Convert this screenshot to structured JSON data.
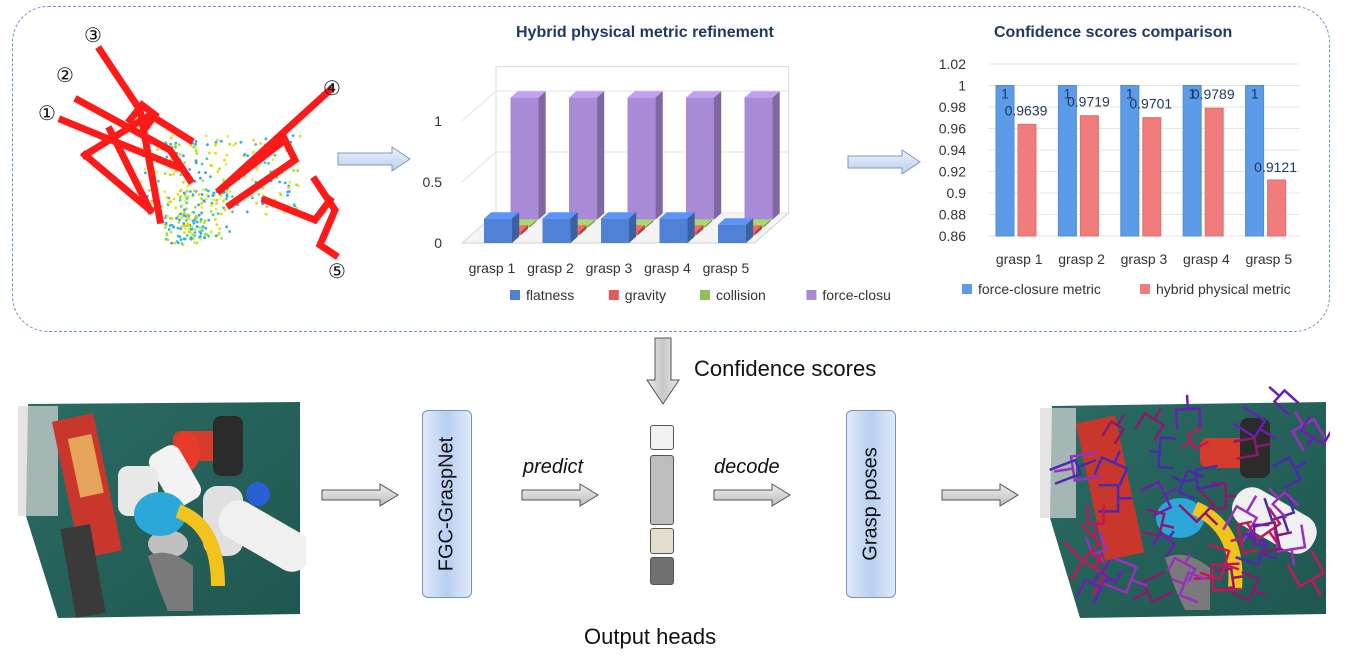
{
  "panel_top": {
    "grasp_labels": [
      "①",
      "②",
      "③",
      "④",
      "⑤"
    ]
  },
  "chart_data": [
    {
      "type": "bar",
      "title": "Hybrid physical metric refinement",
      "categories": [
        "grasp 1",
        "grasp 2",
        "grasp 3",
        "grasp 4",
        "grasp 5"
      ],
      "series": [
        {
          "name": "flatness",
          "values": [
            0.2,
            0.2,
            0.2,
            0.2,
            0.15
          ],
          "color": "#4f81d6"
        },
        {
          "name": "gravity",
          "values": [
            0.03,
            0.03,
            0.03,
            0.03,
            0.03
          ],
          "color": "#e05a5a"
        },
        {
          "name": "collision",
          "values": [
            0,
            0,
            0,
            0,
            0
          ],
          "color": "#8fbf5a"
        },
        {
          "name": "force-closure",
          "values": [
            1,
            1,
            1,
            1,
            1
          ],
          "color": "#a98ad6"
        }
      ],
      "yticks": [
        "0",
        "0.5",
        "1"
      ],
      "ylim": [
        0,
        1.2
      ],
      "legend": "bottom"
    },
    {
      "type": "bar",
      "title": "Confidence scores comparison",
      "categories": [
        "grasp 1",
        "grasp 2",
        "grasp 3",
        "grasp 4",
        "grasp 5"
      ],
      "series": [
        {
          "name": "force-closure metric",
          "values": [
            1,
            1,
            1,
            1,
            1
          ],
          "labels": [
            "1",
            "1",
            "1",
            "1",
            "1"
          ],
          "color": "#5b9be8"
        },
        {
          "name": "hybrid physical metric",
          "values": [
            0.9639,
            0.9719,
            0.9701,
            0.9789,
            0.9121
          ],
          "labels": [
            "0.9639",
            "0.9719",
            "0.9701",
            "0.9789",
            "0.9121"
          ],
          "color": "#f07c7c"
        }
      ],
      "yticks": [
        "0.86",
        "0.88",
        "0.9",
        "0.92",
        "0.94",
        "0.96",
        "0.98",
        "1",
        "1.02"
      ],
      "ylim": [
        0.86,
        1.02
      ],
      "legend": "bottom"
    }
  ],
  "pipeline": {
    "confidence_label": "Confidence scores",
    "network_label": "FGC-GraspNet",
    "predict_label": "predict",
    "decode_label": "decode",
    "poses_label": "Grasp poses",
    "heads_label": "Output heads"
  }
}
